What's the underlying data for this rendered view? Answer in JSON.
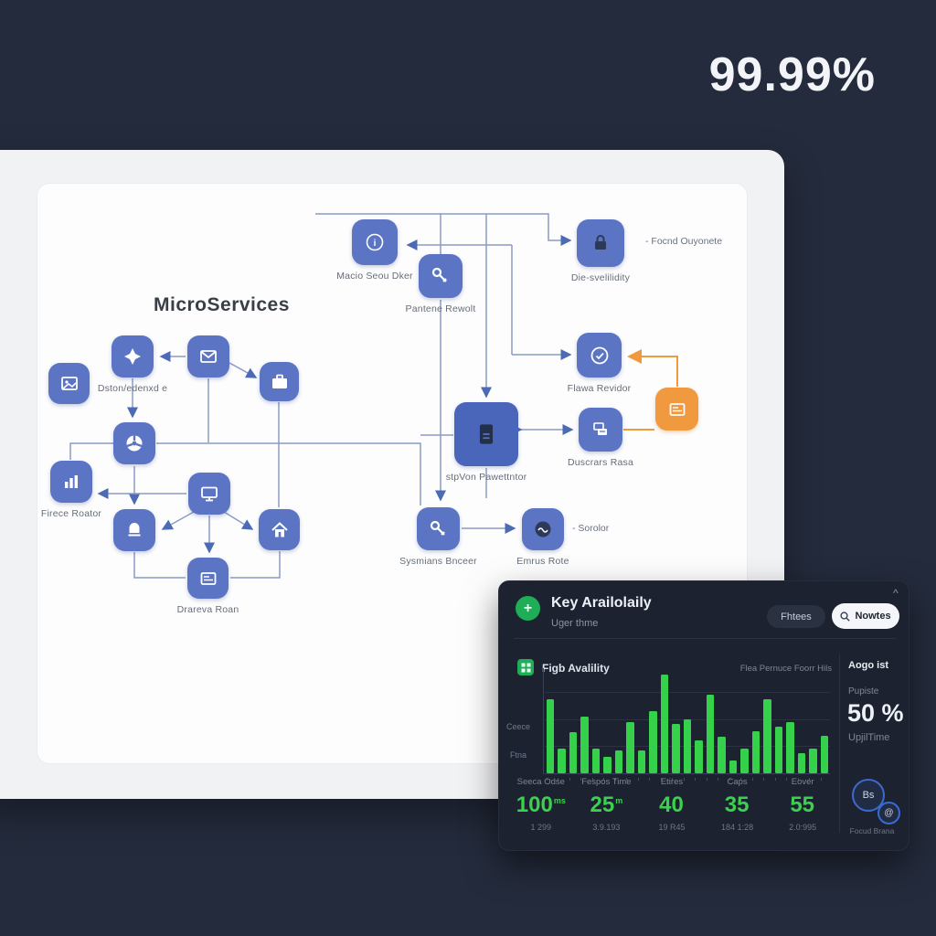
{
  "stat": {
    "value": "99.99%"
  },
  "colors": {
    "node_blue": "#5b74c4",
    "node_blue_dark": "#4a66bb",
    "node_orange": "#f0993f",
    "edge_blue": "#8a9cc6",
    "edge_orange": "#f0993f",
    "green": "#35d14b",
    "panel_bg": "#1c2230",
    "page_bg": "#242b3c"
  },
  "diagram": {
    "title": "MicroServices",
    "nodes": [
      {
        "id": "info",
        "icon": "info-icon",
        "label": "Macio Seou Dker"
      },
      {
        "id": "key1",
        "icon": "key-icon",
        "label": "Pantene Rewolt"
      },
      {
        "id": "lock",
        "icon": "lock-icon",
        "label": "Die-svelilidity"
      },
      {
        "id": "star",
        "icon": "star-icon",
        "label": "Dston/edenxd e"
      },
      {
        "id": "envelope",
        "icon": "envelope-icon",
        "label": ""
      },
      {
        "id": "image",
        "icon": "image-icon",
        "label": ""
      },
      {
        "id": "briefcase",
        "icon": "briefcase-icon",
        "label": ""
      },
      {
        "id": "fan",
        "icon": "fan-icon",
        "label": ""
      },
      {
        "id": "chartnode",
        "icon": "bar-chart-icon",
        "label": "Firece Roator"
      },
      {
        "id": "monitor",
        "icon": "monitor-icon",
        "label": ""
      },
      {
        "id": "bell",
        "icon": "bell-icon",
        "label": ""
      },
      {
        "id": "home",
        "icon": "home-icon",
        "label": ""
      },
      {
        "id": "cardm",
        "icon": "card-icon",
        "label": "Drareva Roan"
      },
      {
        "id": "docbig",
        "icon": "document-icon",
        "label": "stpVon Pawettntor"
      },
      {
        "id": "clock",
        "icon": "clock-icon",
        "label": "Flawa Revidor"
      },
      {
        "id": "cards",
        "icon": "cards-icon",
        "label": "Duscrars Rasa"
      },
      {
        "id": "orange",
        "icon": "card-icon",
        "label": ""
      },
      {
        "id": "key2",
        "icon": "key-icon",
        "label": "Sysmians Bnceer"
      },
      {
        "id": "gauge",
        "icon": "gauge-icon",
        "label": "Emrus Rote"
      }
    ],
    "annotations": [
      {
        "id": "a1",
        "text": "-  Focnd Ouyonete"
      },
      {
        "id": "a2",
        "text": "-  Sorolor"
      }
    ]
  },
  "dashboard": {
    "header": {
      "title": "Key Arailolaily",
      "subtitle": "Uger thme",
      "filter_button": "Fhtees",
      "search_button": "Nowtes",
      "chevron": "^"
    },
    "section": {
      "label": "Figb Avalility",
      "right_note": "Flea Pernuce Foorr Hils"
    },
    "axis_left": [
      "Ceece",
      "Ftna"
    ],
    "summary": {
      "top_label": "Aogo ist",
      "small_label": "Pupiste",
      "big_value": "50 %",
      "sub_label": "UpjilTime",
      "footer": "Focud Brana",
      "badge1": "Bs",
      "badge2": "@"
    },
    "metrics": [
      {
        "label": "Seeca Odse",
        "value": "100",
        "unit": "ms",
        "sub": "1 299"
      },
      {
        "label": "Fespos Time",
        "value": "25",
        "unit": "m",
        "sub": "3.9.193"
      },
      {
        "label": "Etires",
        "value": "40",
        "unit": "",
        "sub": "19 R45"
      },
      {
        "label": "Caps",
        "value": "35",
        "unit": "",
        "sub": "184 1:28"
      },
      {
        "label": "Eover",
        "value": "55",
        "unit": "",
        "sub": "2.0:995"
      }
    ]
  },
  "chart_data": {
    "type": "bar",
    "title": "Figb Avalility",
    "xlabel": "",
    "ylabel": "",
    "ylim": [
      0,
      100
    ],
    "grid": true,
    "legend": false,
    "values": [
      75,
      25,
      42,
      57,
      25,
      17,
      23,
      52,
      23,
      63,
      100,
      50,
      55,
      33,
      80,
      37,
      13,
      25,
      43,
      75,
      47,
      52,
      20,
      25,
      38
    ]
  }
}
